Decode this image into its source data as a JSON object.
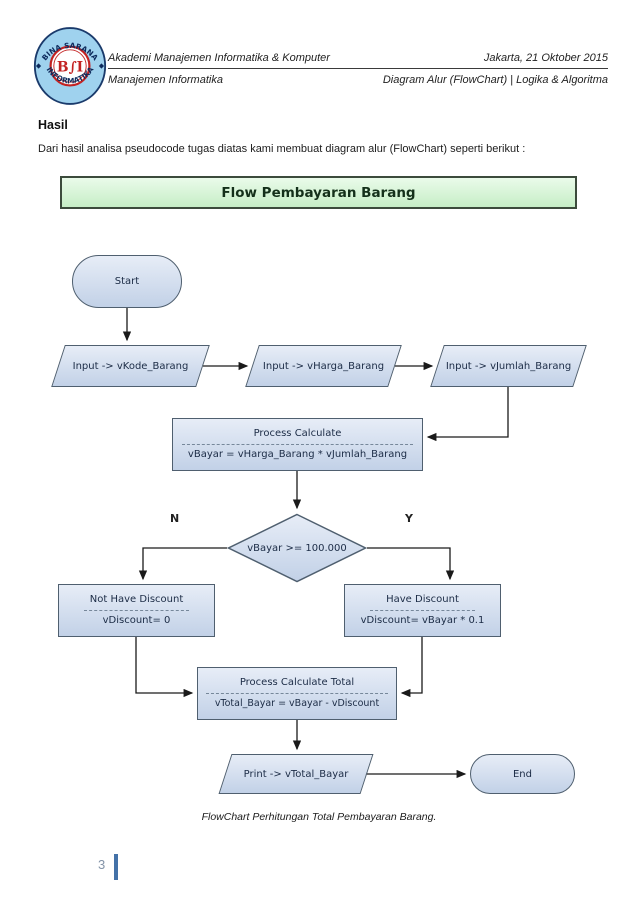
{
  "header": {
    "org_line1": "Akademi Manajemen Informatika & Komputer",
    "org_line2": "Manajemen Informatika",
    "right_line1": "Jakarta, 21 Oktober 2015",
    "right_line2": "Diagram Alur (FlowChart) | Logika & Algoritma",
    "logo": {
      "top_text": "BINA SARANA",
      "bottom_text": "INFORMATIKA",
      "center_text": "B∫I"
    }
  },
  "section": {
    "heading": "Hasil",
    "intro": "Dari hasil analisa pseudocode tugas diatas kami membuat diagram alur (FlowChart) seperti berikut :"
  },
  "flowchart": {
    "title": "Flow Pembayaran Barang",
    "nodes": {
      "start": {
        "label": "Start"
      },
      "input_kode": {
        "label": "Input -> vKode_Barang"
      },
      "input_harga": {
        "label": "Input -> vHarga_Barang"
      },
      "input_jumlah": {
        "label": "Input -> vJumlah_Barang"
      },
      "process_calculate": {
        "title": "Process Calculate",
        "body": "vBayar = vHarga_Barang * vJumlah_Barang"
      },
      "decision": {
        "label": "vBayar >= 100.000",
        "no_label": "N",
        "yes_label": "Y"
      },
      "not_have_discount": {
        "title": "Not Have Discount",
        "body": "vDiscount= 0"
      },
      "have_discount": {
        "title": "Have Discount",
        "body": "vDiscount= vBayar * 0.1"
      },
      "process_total": {
        "title": "Process Calculate Total",
        "body": "vTotal_Bayar = vBayar - vDiscount"
      },
      "print": {
        "label": "Print -> vTotal_Bayar"
      },
      "end": {
        "label": "End"
      }
    },
    "caption": "FlowChart Perhitungan Total Pembayaran Barang."
  },
  "footer": {
    "page_number": "3"
  },
  "colors": {
    "banner_border": "#3c4b3c",
    "banner_fill_top": "#eafbea",
    "banner_fill_bottom": "#c6eec6",
    "node_fill_top": "#e7edf7",
    "node_fill_bottom": "#c2d1e7",
    "node_border": "#4f5f6f",
    "node_text": "#1b2b45",
    "connector": "#1a1a1a",
    "accent_bar": "#4472a8",
    "logo_ring": "#9fd2ee",
    "logo_red": "#c32222",
    "logo_navy": "#0d2a5c"
  }
}
